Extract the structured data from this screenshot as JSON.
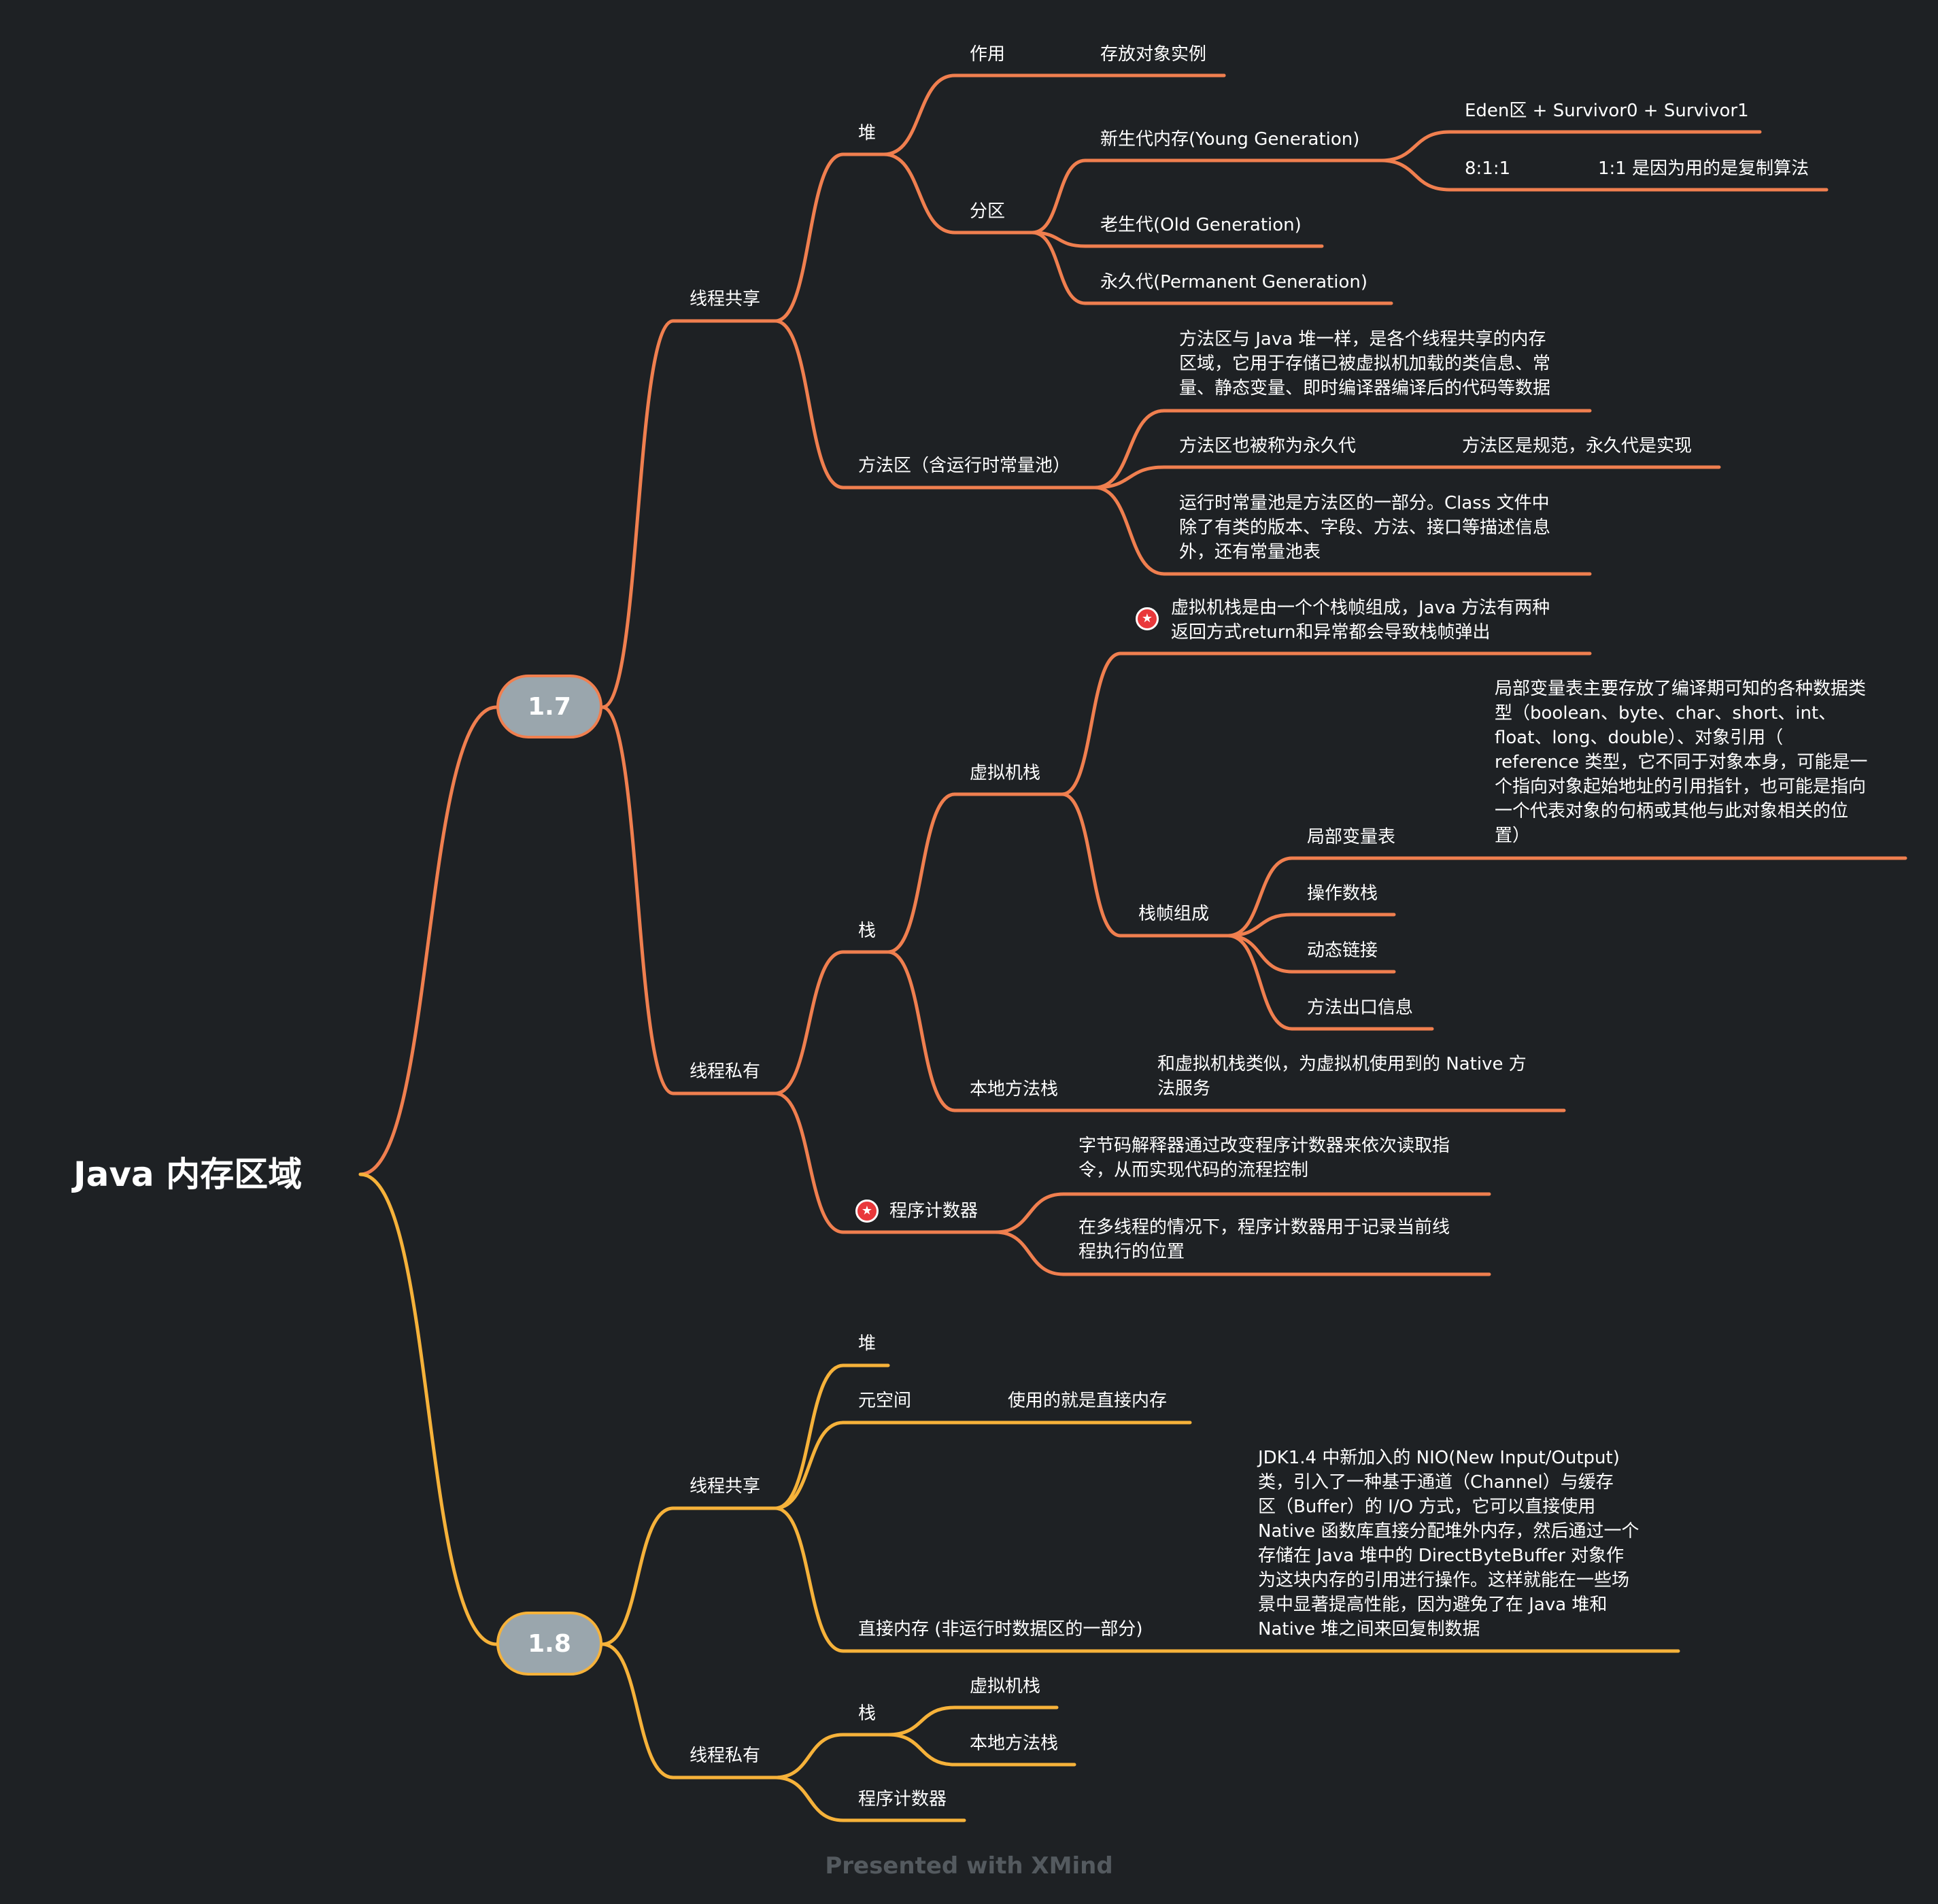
{
  "root": "Java 内存区域",
  "footer": "Presented with XMind",
  "colors": {
    "background": "#1e2124",
    "branch_17": "#f07f4f",
    "branch_18": "#f6b23a",
    "version_node": "#9aa6ad",
    "star_marker": "#e9383b"
  },
  "v17": {
    "label": "1.7",
    "shared": {
      "label": "线程共享",
      "heap": {
        "label": "堆",
        "role": {
          "label": "作用",
          "value": "存放对象实例"
        },
        "partition": {
          "label": "分区",
          "young": {
            "label": "新生代内存(Young Generation)",
            "eden": "Eden区 + Survivor0 + Survivor1",
            "ratio": "8:1:1",
            "ratio_note": "1:1 是因为用的是复制算法"
          },
          "old": "老生代(Old Generation)",
          "perm": "永久代(Permanent Generation)"
        }
      },
      "method_area": {
        "label": "方法区（含运行时常量池）",
        "desc": "方法区与 Java 堆一样，是各个线程共享的内存\n区域，它用于存储已被虚拟机加载的类信息、常\n量、静态变量、即时编译器编译后的代码等数据",
        "alias": "方法区也被称为永久代",
        "alias_note": "方法区是规范，永久代是实现",
        "runtime_pool": "运行时常量池是方法区的一部分。Class 文件中\n除了有类的版本、字段、方法、接口等描述信息\n外，还有常量池表"
      }
    },
    "private": {
      "label": "线程私有",
      "stack": {
        "label": "栈",
        "vm_stack": {
          "label": "虚拟机栈",
          "note": "虚拟机栈是由一个个栈帧组成，Java 方法有两种\n返回方式return和异常都会导致栈帧弹出",
          "frame": {
            "label": "栈帧组成",
            "locals": "局部变量表",
            "locals_note": "局部变量表主要存放了编译期可知的各种数据类\n型（boolean、byte、char、short、int、\nfloat、long、double）、对象引用（\nreference 类型，它不同于对象本身，可能是一\n个指向对象起始地址的引用指针，也可能是指向\n一个代表对象的句柄或其他与此对象相关的位\n置）",
            "operand": "操作数栈",
            "dynamic": "动态链接",
            "exit": "方法出口信息"
          }
        },
        "native_stack": {
          "label": "本地方法栈",
          "note": "和虚拟机栈类似，为虚拟机使用到的 Native 方\n法服务"
        }
      },
      "pc": {
        "label": "程序计数器",
        "note1": "字节码解释器通过改变程序计数器来依次读取指\n令，从而实现代码的流程控制",
        "note2": "在多线程的情况下，程序计数器用于记录当前线\n程执行的位置"
      }
    }
  },
  "v18": {
    "label": "1.8",
    "shared": {
      "label": "线程共享",
      "heap": "堆",
      "metaspace": "元空间",
      "metaspace_note": "使用的就是直接内存",
      "direct": "直接内存 (非运行时数据区的一部分)",
      "direct_note": "JDK1.4 中新加入的 NIO(New Input/Output)\n类，引入了一种基于通道（Channel）与缓存\n区（Buffer）的 I/O 方式，它可以直接使用\nNative 函数库直接分配堆外内存，然后通过一个\n存储在 Java 堆中的 DirectByteBuffer 对象作\n为这块内存的引用进行操作。这样就能在一些场\n景中显著提高性能，因为避免了在 Java 堆和\nNative 堆之间来回复制数据"
    },
    "private": {
      "label": "线程私有",
      "stack": "栈",
      "vm_stack": "虚拟机栈",
      "native_stack": "本地方法栈",
      "pc": "程序计数器"
    }
  }
}
